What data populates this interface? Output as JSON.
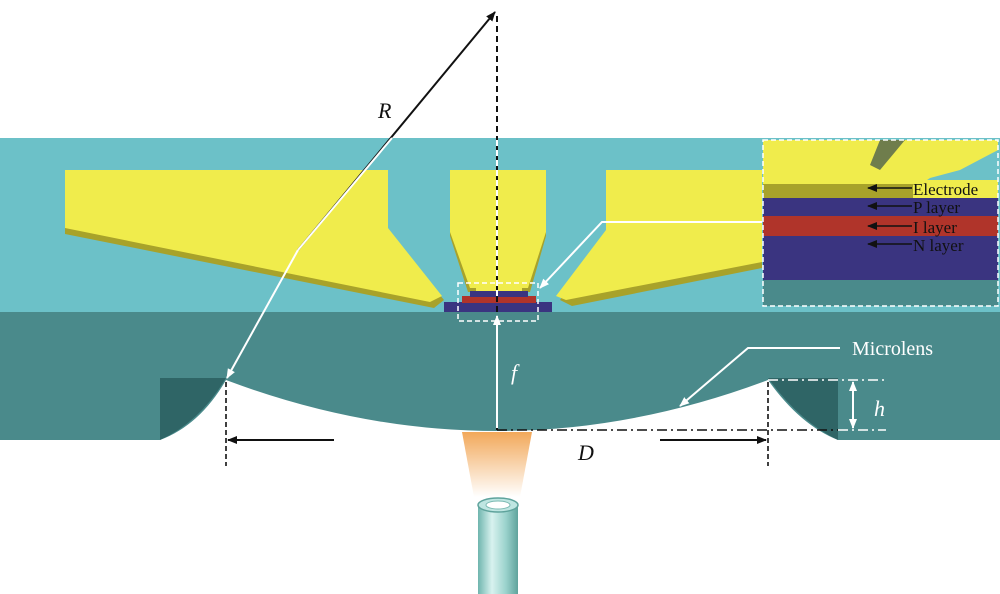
{
  "labels": {
    "radius": "R",
    "focal_length": "f",
    "diameter": "D",
    "height": "h",
    "microlens": "Microlens"
  },
  "inset": {
    "layers": [
      {
        "name": "Electrode",
        "color": "#f0ec4c"
      },
      {
        "name": "P layer",
        "color": "#3a3480"
      },
      {
        "name": "I layer",
        "color": "#b0342a"
      },
      {
        "name": "N layer",
        "color": "#3a3480"
      }
    ]
  },
  "colors": {
    "top_substrate": "#6cc1c8",
    "bottom_substrate": "#4a8a8b",
    "electrode_yellow": "#f0ec4c",
    "electrode_shadow": "#a8a22a",
    "p_layer": "#3a3480",
    "i_layer": "#b0342a",
    "n_layer": "#3a3480",
    "fiber": "#9ad2cc",
    "light_cone": "#f7c07a"
  }
}
